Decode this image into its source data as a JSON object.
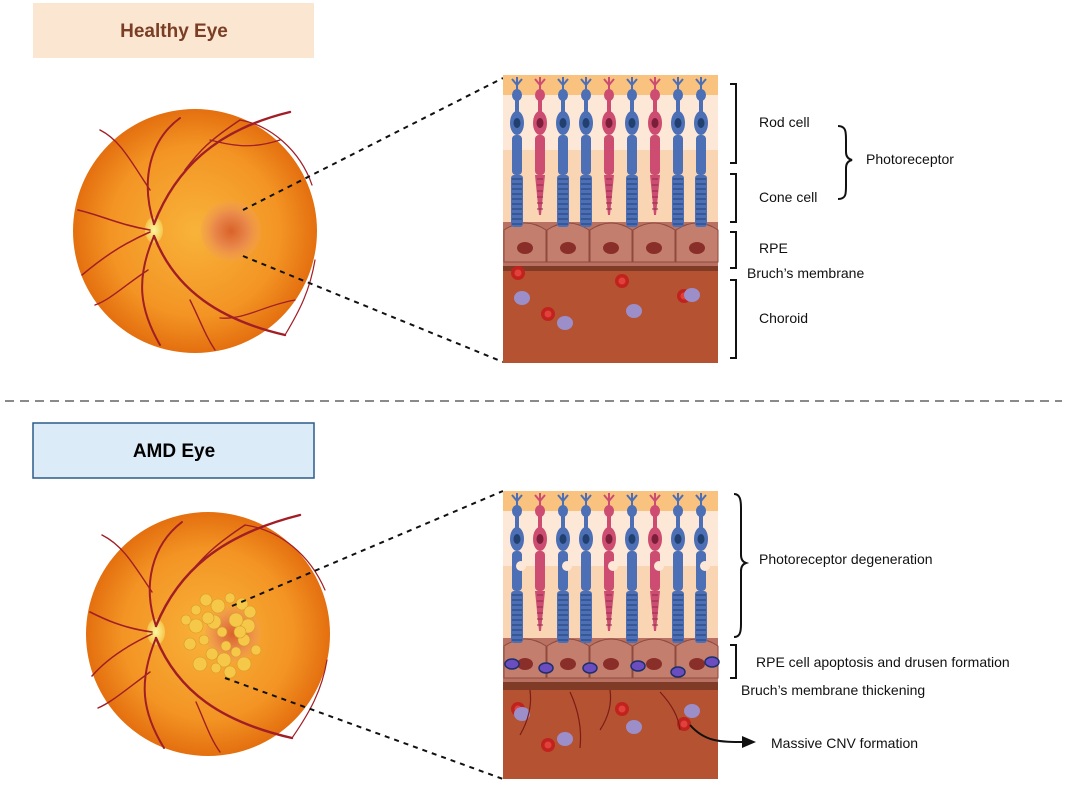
{
  "colors": {
    "healthy_title_bg": "#fbe6d2",
    "healthy_title_text": "#7a3e24",
    "amd_title_bg": "#dcebf8",
    "amd_title_border": "#2c5c8a",
    "amd_title_text": "#000000",
    "fundus_outer": "#e8780f",
    "fundus_inner": "#f6a52a",
    "vessel": "#a21e26",
    "optic_disc": "#f8ef70",
    "drusen": "#f5c84a",
    "band_light": "#fde8d8",
    "band_orange": "#f9c27e",
    "band_peach": "#fad5b3",
    "rod": "#cc4d71",
    "cone": "#4c6fb6",
    "rpe": "#b87162",
    "bruchs": "#7f3b26",
    "choroid": "#b55231",
    "rbc": "#c0231d",
    "wbc": "#9c8ec9",
    "separator": "#8a8a8a"
  },
  "icons": [
    "fundus-icon",
    "retina-layers-icon",
    "blood-cell-icon",
    "brace-icon",
    "arrow-icon"
  ],
  "healthy": {
    "title": "Healthy Eye",
    "labels": {
      "rod": "Rod cell",
      "cone": "Cone cell",
      "photoreceptor": "Photoreceptor",
      "rpe": "RPE",
      "bruchs": "Bruch’s membrane",
      "choroid": "Choroid"
    }
  },
  "amd": {
    "title": "AMD Eye",
    "labels": {
      "photoreceptor": "Photoreceptor degeneration",
      "rpe": "RPE cell apoptosis and drusen formation",
      "bruchs": "Bruch’s membrane thickening",
      "cnv": "Massive CNV formation"
    }
  }
}
